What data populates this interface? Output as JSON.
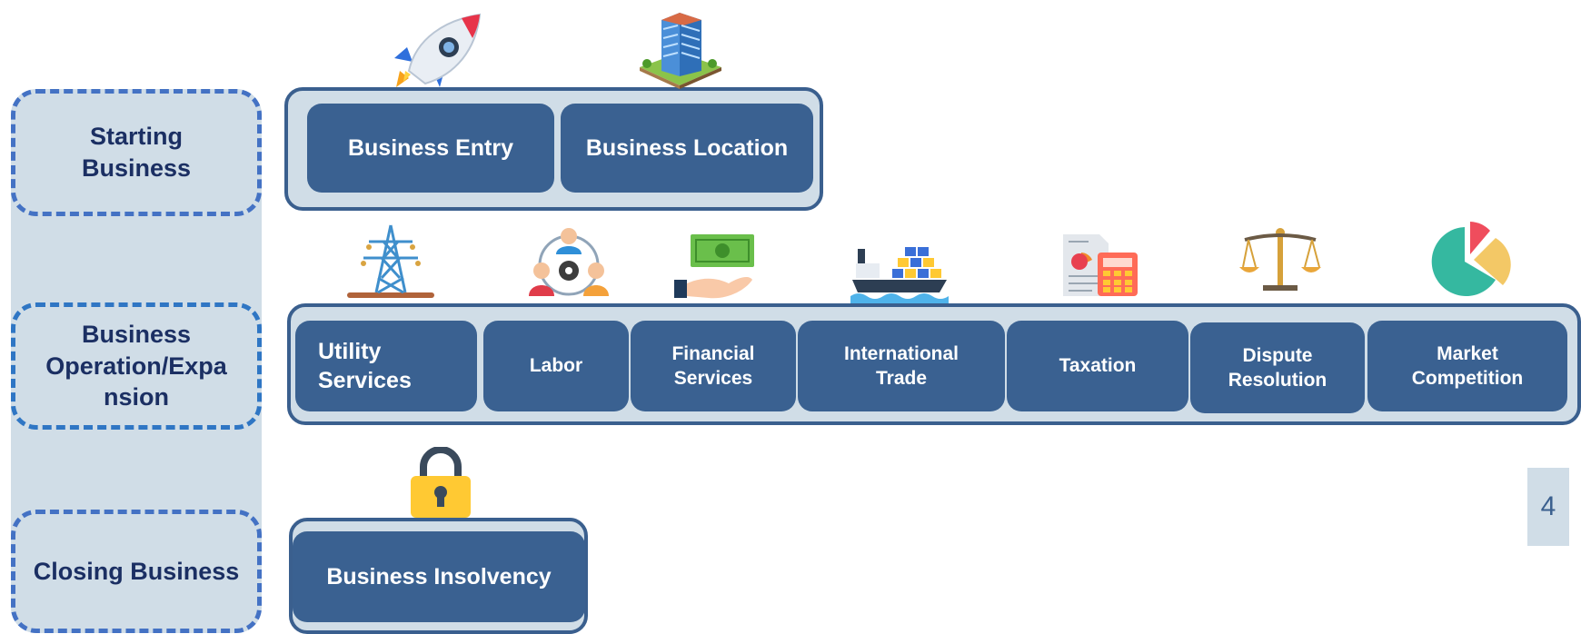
{
  "phases": {
    "starting": "Starting Business",
    "operation": "Business Operation/Expa nsion",
    "closing": "Closing Business"
  },
  "starting_topics": [
    "Business Entry",
    "Business Location"
  ],
  "operation_topics": [
    "Utility Services",
    "Labor",
    "Financial Services",
    "International Trade",
    "Taxation",
    "Dispute Resolution",
    "Market Competition"
  ],
  "closing_topics": [
    "Business Insolvency"
  ],
  "icons": [
    "rocket-icon",
    "office-building-icon",
    "power-tower-icon",
    "team-gear-icon",
    "money-hand-icon",
    "cargo-ship-icon",
    "tax-calculator-icon",
    "scales-of-justice-icon",
    "pie-chart-icon",
    "padlock-icon"
  ],
  "colors": {
    "tile": "#3a6191",
    "panel": "#d0dde7",
    "dash": "#4472c4",
    "phase_text": "#1b2f63"
  },
  "page_number": "4"
}
